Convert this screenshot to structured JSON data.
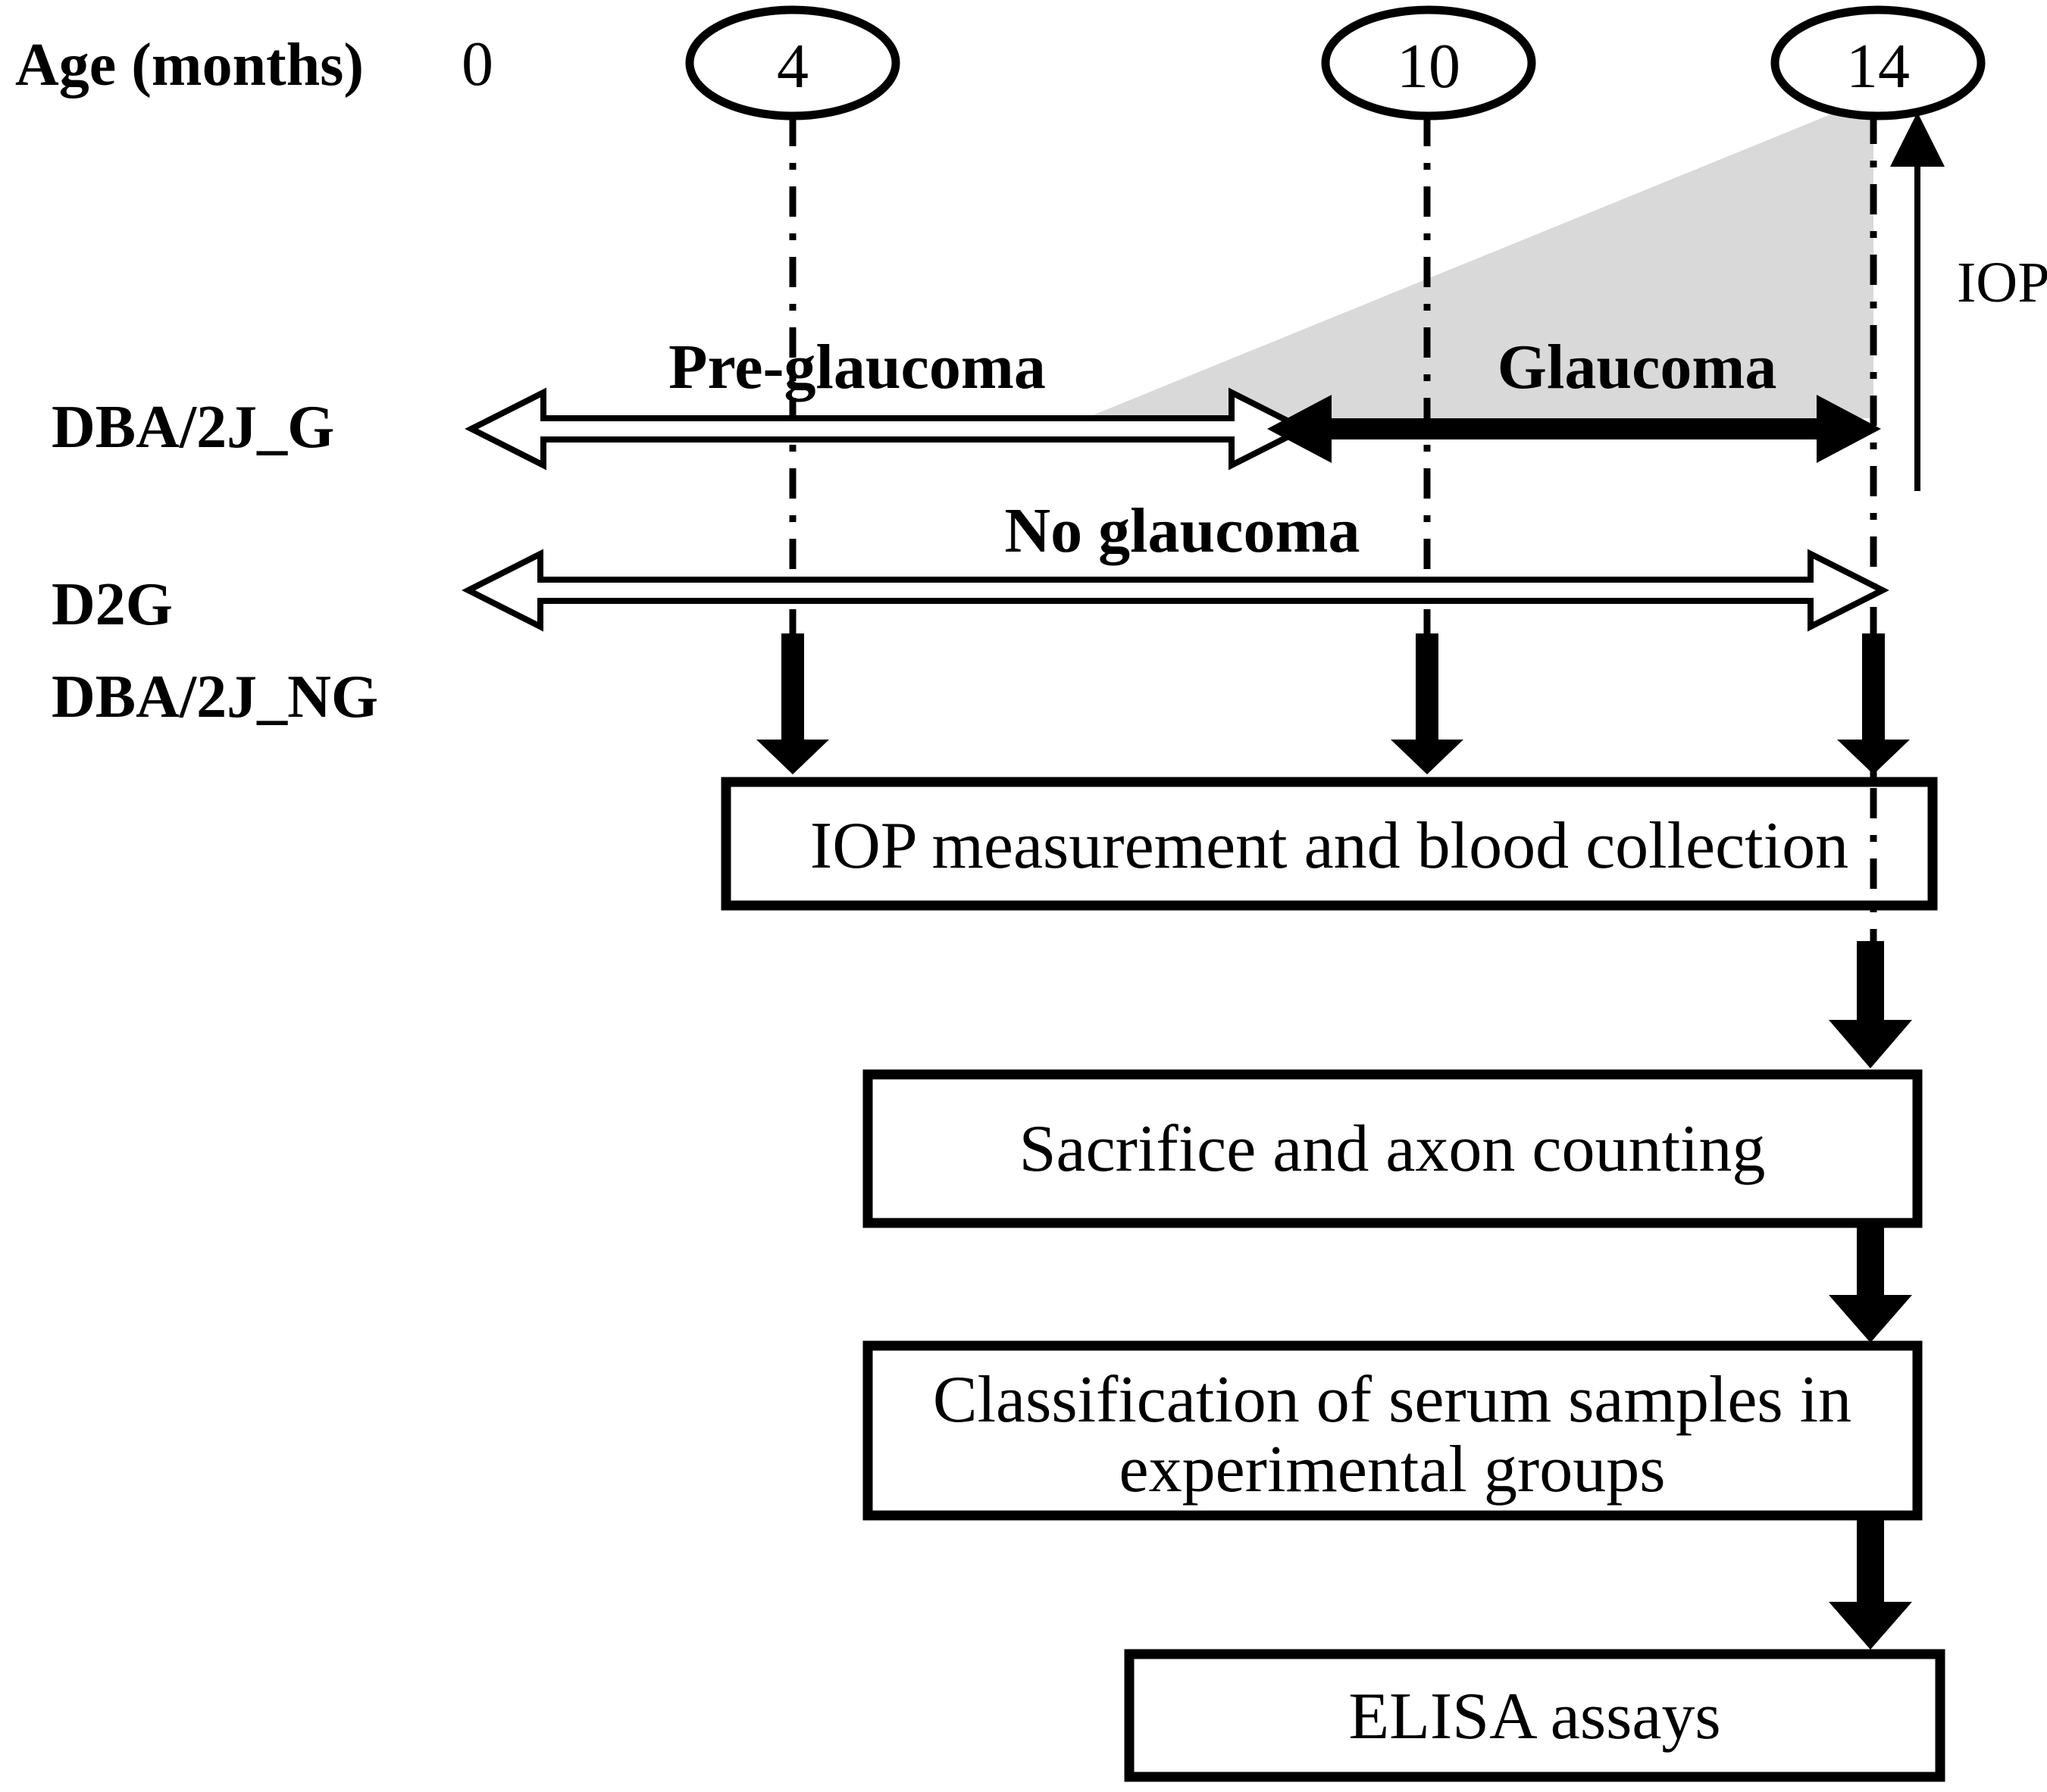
{
  "figure": {
    "axis_label": "Age (months)",
    "months": {
      "m0": "0",
      "m4": "4",
      "m10": "10",
      "m14": "14"
    },
    "iop_axis_label": "IOP",
    "phase_labels": {
      "pre_glaucoma": "Pre-glaucoma",
      "glaucoma": "Glaucoma",
      "no_glaucoma": "No glaucoma"
    },
    "group_labels": {
      "glaucoma_group": "DBA/2J_G",
      "control_group_line1": "D2G",
      "control_group_line2": "DBA/2J_NG"
    },
    "process_boxes": {
      "iop_measurement": "IOP measurement and blood collection",
      "sacrifice": "Sacrifice and axon counting",
      "classification_line1": "Classification of serum samples in",
      "classification_line2": "experimental groups",
      "elisa": "ELISA assays"
    },
    "colors": {
      "ink": "#000000",
      "triangle_fill": "#d9d9d9",
      "background": "#ffffff"
    }
  }
}
